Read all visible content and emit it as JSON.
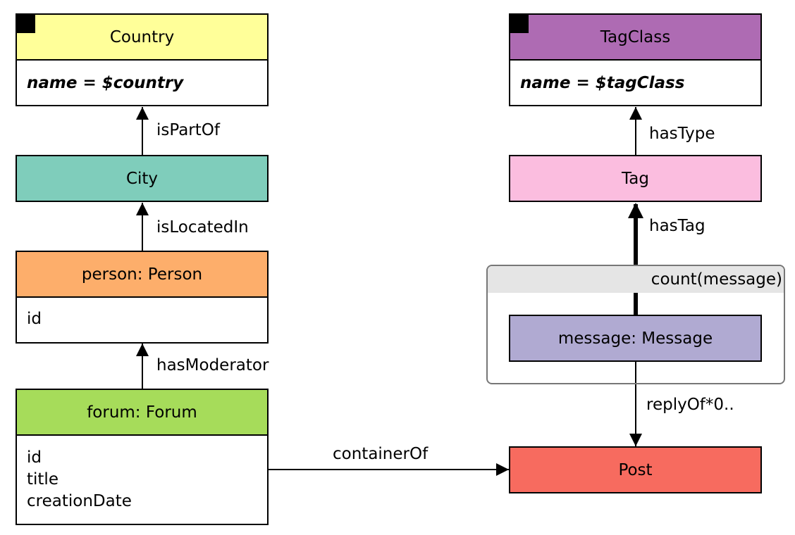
{
  "nodes": {
    "country": {
      "title": "Country",
      "condition": "name = $country",
      "color": "#ffff99"
    },
    "city": {
      "title": "City",
      "color": "#7fcdbb"
    },
    "person": {
      "title": "person: Person",
      "props": [
        "id"
      ],
      "color": "#fdae6b"
    },
    "forum": {
      "title": "forum: Forum",
      "props": [
        "id",
        "title",
        "creationDate"
      ],
      "color": "#a6dc5a"
    },
    "tagclass": {
      "title": "TagClass",
      "condition": "name = $tagClass",
      "color": "#ae6bb3"
    },
    "tag": {
      "title": "Tag",
      "color": "#fbbddf"
    },
    "message": {
      "title": "message: Message",
      "color": "#b0aad2"
    },
    "post": {
      "title": "Post",
      "color": "#f76b5f"
    }
  },
  "group": {
    "label": "count(message)"
  },
  "edges": {
    "isPartOf": "isPartOf",
    "isLocatedIn": "isLocatedIn",
    "hasModerator": "hasModerator",
    "containerOf": "containerOf",
    "hasType": "hasType",
    "hasTag": "hasTag",
    "replyOf": "replyOf*0.."
  }
}
